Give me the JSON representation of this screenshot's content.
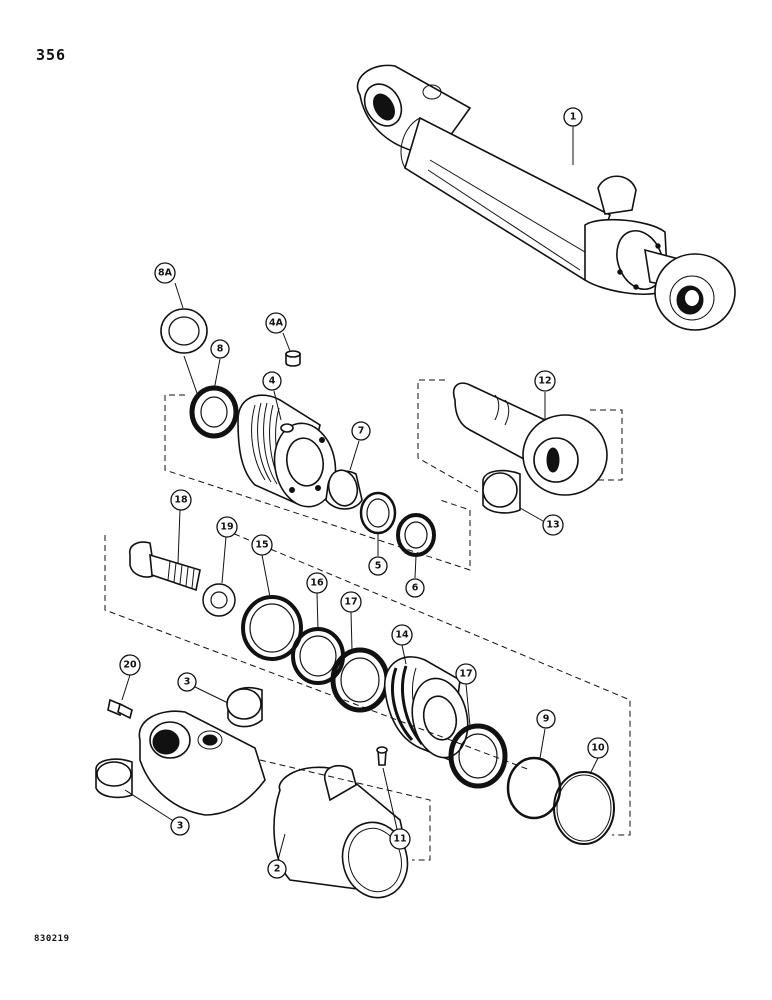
{
  "page_number": "356",
  "drawing_code": "830219",
  "callouts": {
    "c1": "1",
    "c2": "2",
    "c3a": "3",
    "c3b": "3",
    "c4": "4",
    "c4a": "4A",
    "c5": "5",
    "c6": "6",
    "c7": "7",
    "c8": "8",
    "c8a": "8A",
    "c9": "9",
    "c10": "10",
    "c11": "11",
    "c12": "12",
    "c13": "13",
    "c14": "14",
    "c15": "15",
    "c16": "16",
    "c17a": "17",
    "c17b": "17",
    "c18": "18",
    "c19": "19",
    "c20": "20"
  }
}
